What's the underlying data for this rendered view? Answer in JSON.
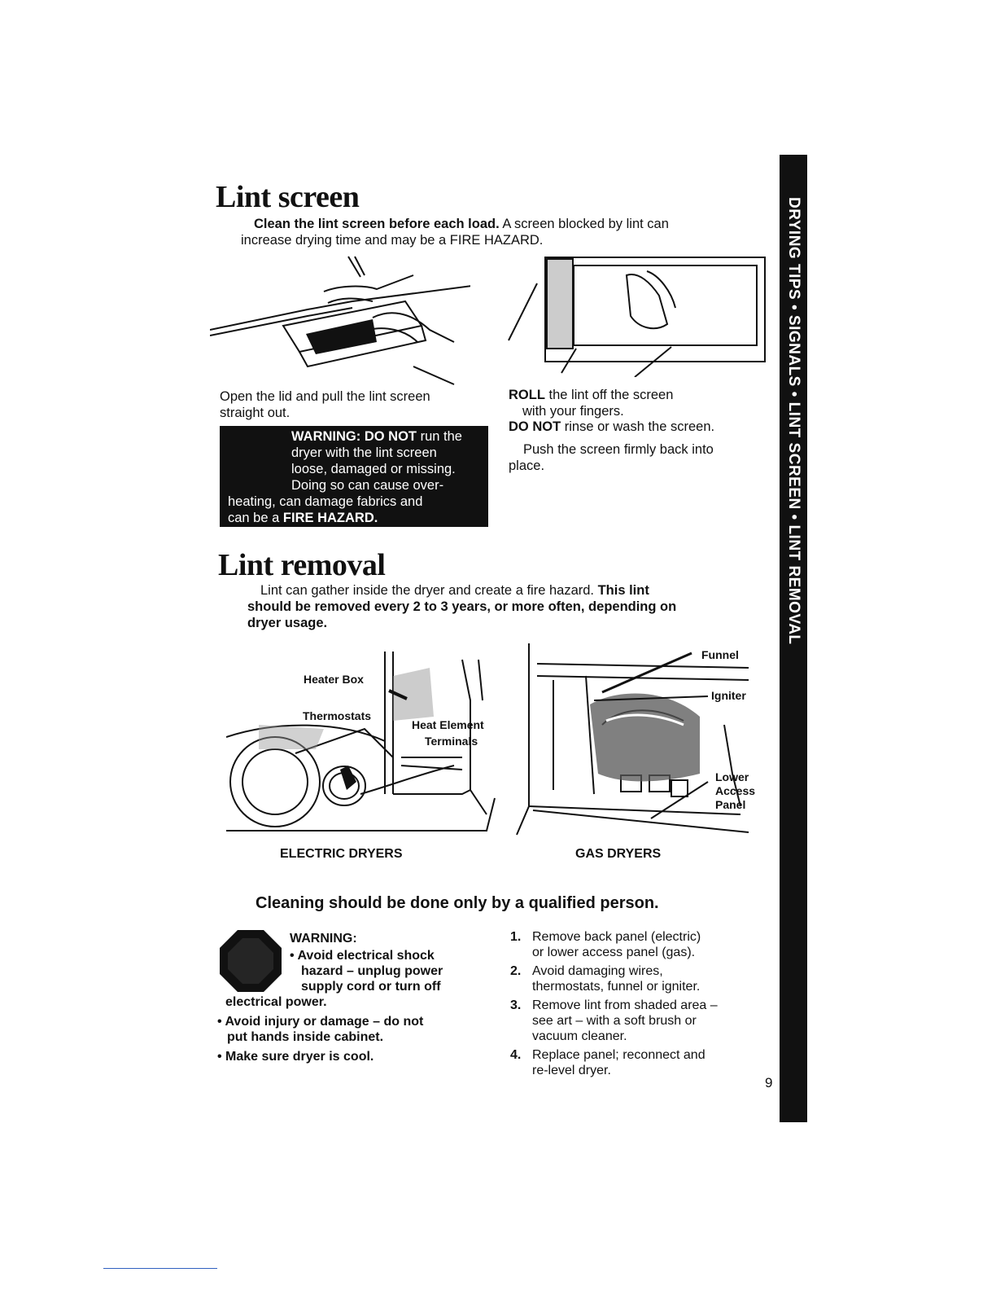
{
  "side_tab": {
    "text": "DRYING TIPS • SIGNALS • LINT SCREEN • LINT REMOVAL"
  },
  "lint_screen": {
    "heading": "Lint screen",
    "intro_bold": "Clean the lint screen before each load.",
    "intro_rest": "A screen blocked by lint can",
    "intro_line2": "increase drying time and may be a FIRE HAZARD.",
    "left_caption_1": "Open the lid and pull the lint screen",
    "left_caption_2": "straight out.",
    "warning": {
      "line1_bold": "WARNING: DO NOT",
      "line1_rest": "run the",
      "line2": "dryer with the lint screen",
      "line3": "loose, damaged or missing.",
      "line4": "Doing so can cause over-",
      "line5": "heating, can damage fabrics and",
      "line6_rest": "can be a",
      "line6_bold": "FIRE HAZARD."
    },
    "right_1_bold": "ROLL",
    "right_1_rest": "the lint off the screen",
    "right_1_line2": "with your fingers.",
    "right_2_bold": "DO NOT",
    "right_2_rest": "rinse or wash the screen.",
    "right_3_line1": "Push the screen firmly back into",
    "right_3_line2": "place."
  },
  "lint_removal": {
    "heading": "Lint removal",
    "intro_line1_rest": "Lint can gather inside the dryer and create a fire hazard.",
    "intro_line1_bold": "This lint",
    "intro_line2": "should be removed every 2 to 3 years, or more often, depending on",
    "intro_line3": "dryer usage.",
    "electric_labels": {
      "heater_box": "Heater Box",
      "thermostats": "Thermostats",
      "heat_element": "Heat Element",
      "terminals": "Terminals"
    },
    "gas_labels": {
      "funnel": "Funnel",
      "igniter": "Igniter",
      "lower": "Lower",
      "access": "Access",
      "panel": "Panel"
    },
    "electric_caption": "ELECTRIC DRYERS",
    "gas_caption": "GAS DRYERS",
    "qualified": "Cleaning should be done only by a qualified person.",
    "warning_title": "WARNING:",
    "warning_b1_l1": "• Avoid electrical shock",
    "warning_b1_l2": "hazard – unplug power",
    "warning_b1_l3": "supply cord or turn off",
    "warning_b1_l4": "electrical power.",
    "warning_b2_l1": "• Avoid injury or damage – do not",
    "warning_b2_l2": "put hands inside cabinet.",
    "warning_b3": "• Make sure dryer is cool.",
    "steps": [
      {
        "num": "1.",
        "l1": "Remove back panel (electric)",
        "l2": "or lower access panel (gas)."
      },
      {
        "num": "2.",
        "l1": "Avoid damaging wires,",
        "l2": "thermostats, funnel or igniter."
      },
      {
        "num": "3.",
        "l1": "Remove lint from shaded area –",
        "l2": "see art – with a soft brush or",
        "l3": "vacuum cleaner."
      },
      {
        "num": "4.",
        "l1": "Replace panel; reconnect and",
        "l2": "re-level dryer."
      }
    ]
  },
  "page_number": "9"
}
